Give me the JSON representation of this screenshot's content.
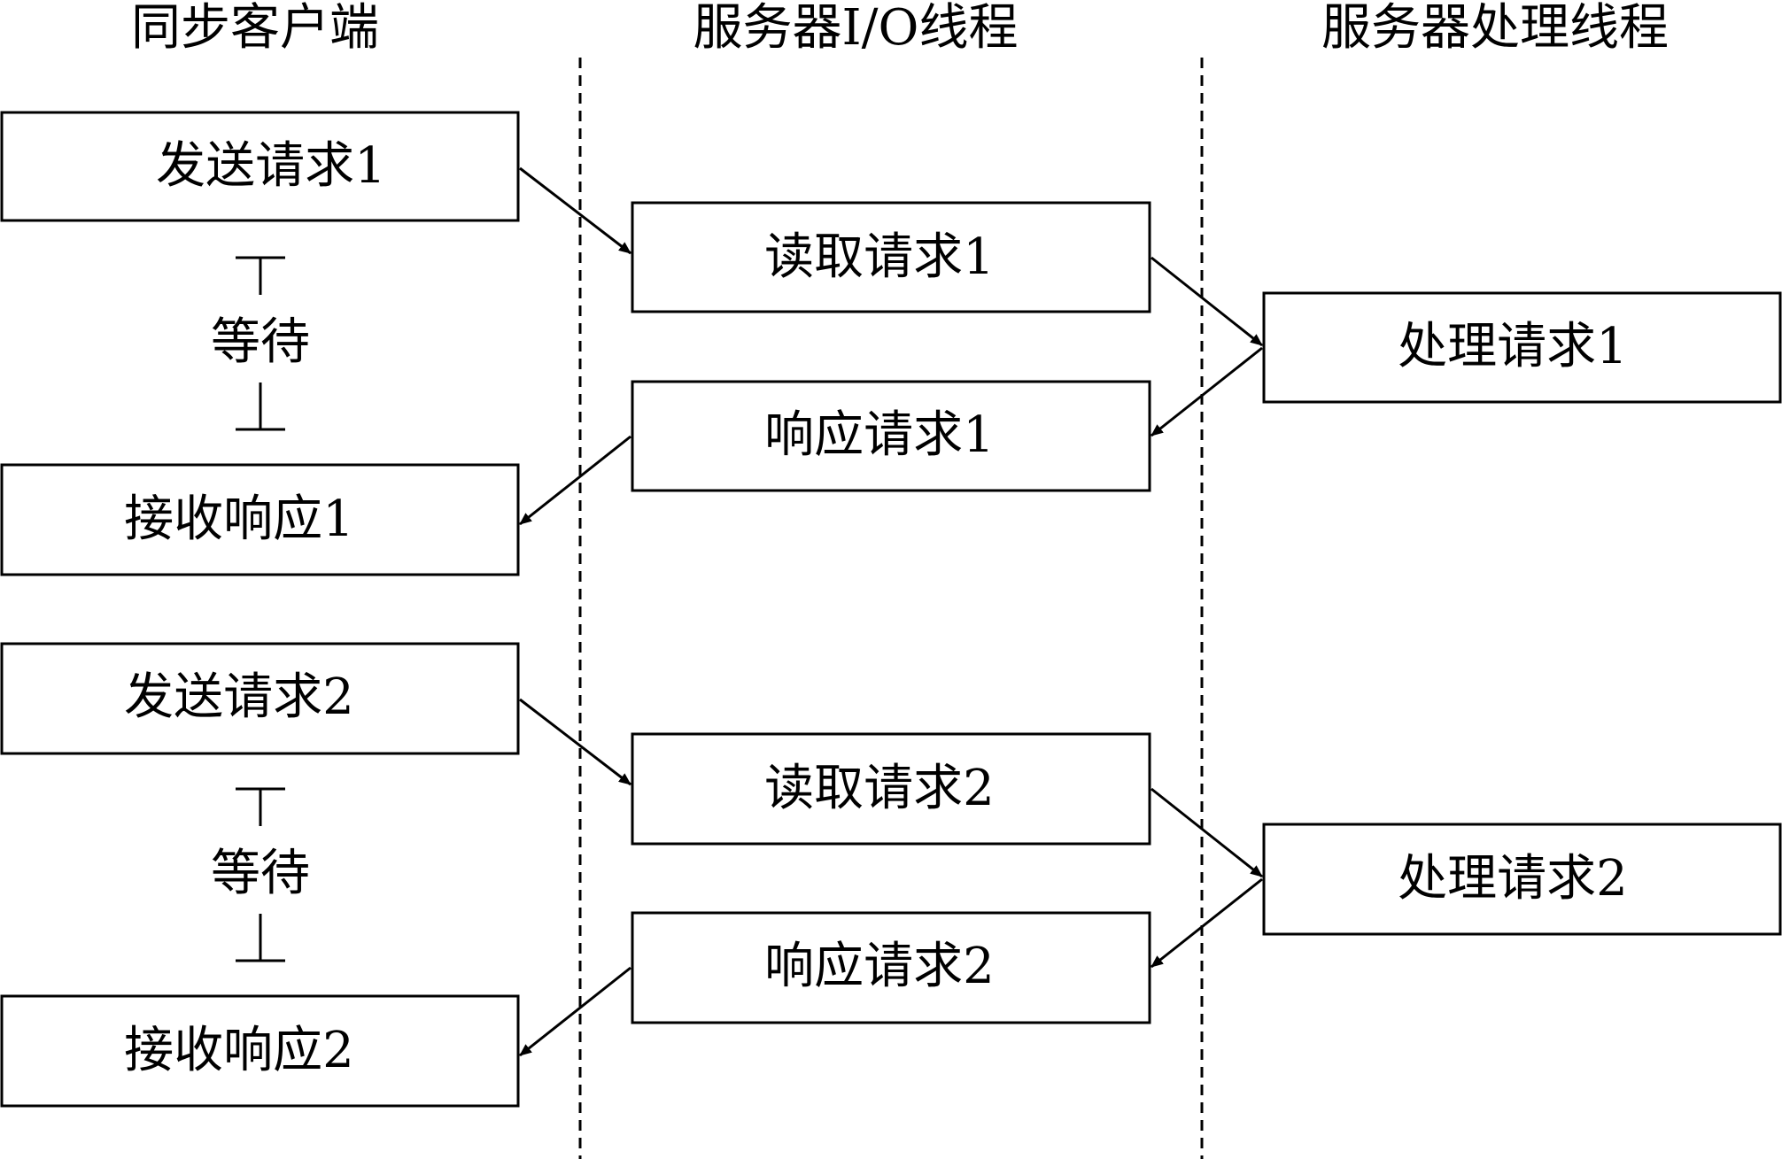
{
  "lanes": {
    "client": "同步客户端",
    "io": "服务器I/O线程",
    "worker": "服务器处理线程"
  },
  "rounds": [
    {
      "send": "发送请求1",
      "wait": "等待",
      "receive": "接收响应1",
      "read": "读取请求1",
      "respond": "响应请求1",
      "process": "处理请求1"
    },
    {
      "send": "发送请求2",
      "wait": "等待",
      "receive": "接收响应2",
      "read": "读取请求2",
      "respond": "响应请求2",
      "process": "处理请求2"
    }
  ]
}
